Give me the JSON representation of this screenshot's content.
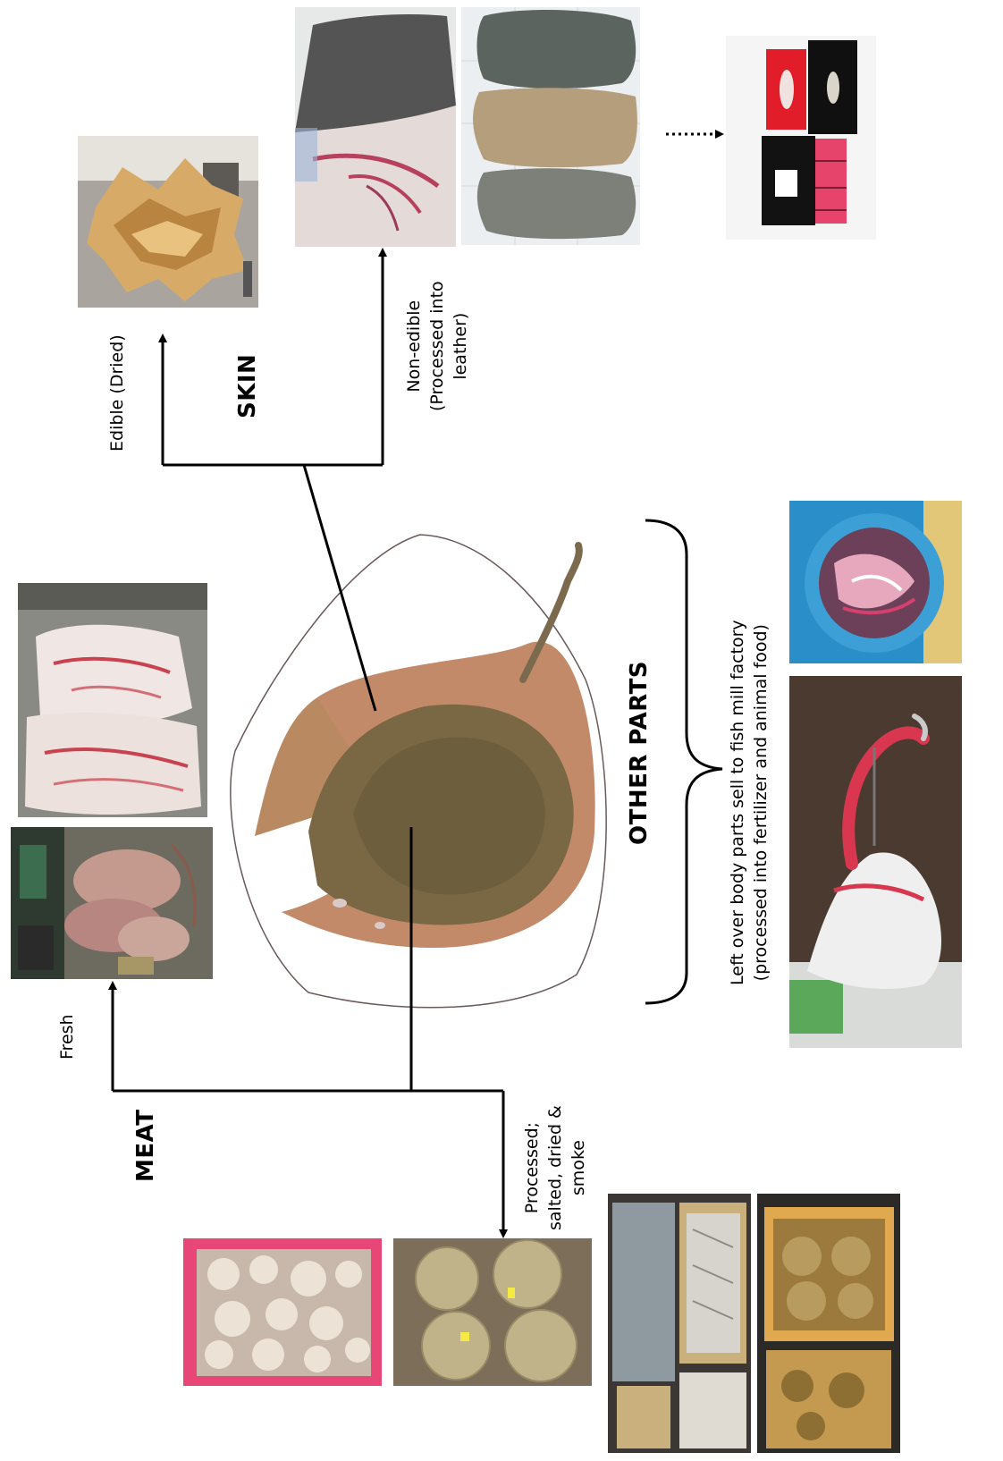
{
  "labels": {
    "meat": "MEAT",
    "fresh": "Fresh",
    "processed": [
      "Processed;",
      "salted, dried &",
      "smoke"
    ],
    "skin": "SKIN",
    "edible": "Edible (Dried)",
    "non_edible": [
      "Non-edible",
      "(Processed into",
      "leather)"
    ],
    "other_parts": "OTHER PARTS",
    "leftover": [
      "Left over body parts sell to fish mill factory",
      "(processed into fertilizer and animal food)"
    ]
  },
  "photos": {
    "stingray": "stingray-photo",
    "market_fresh": "fresh-market-photo",
    "fresh_fillets": "fresh-fillets-photo",
    "dried_skin_edible": "dried-skin-photo",
    "raw_skin": "raw-skin-photo",
    "tanned_skins": "tanned-skins-photo",
    "leather_products": "leather-wallets-photo",
    "bin_scraps": "scrap-bin-photo",
    "leftover_carcass": "carcass-photo",
    "dried_meat_red_tray": "dried-meat-tray-photo",
    "dried_meat_bag": "dried-meat-bag-photo",
    "boxes_left": "dried-boxes-photo-1",
    "boxes_right": "dried-boxes-photo-2"
  },
  "colors": {
    "line": "#000000",
    "dotted": "#000000"
  }
}
